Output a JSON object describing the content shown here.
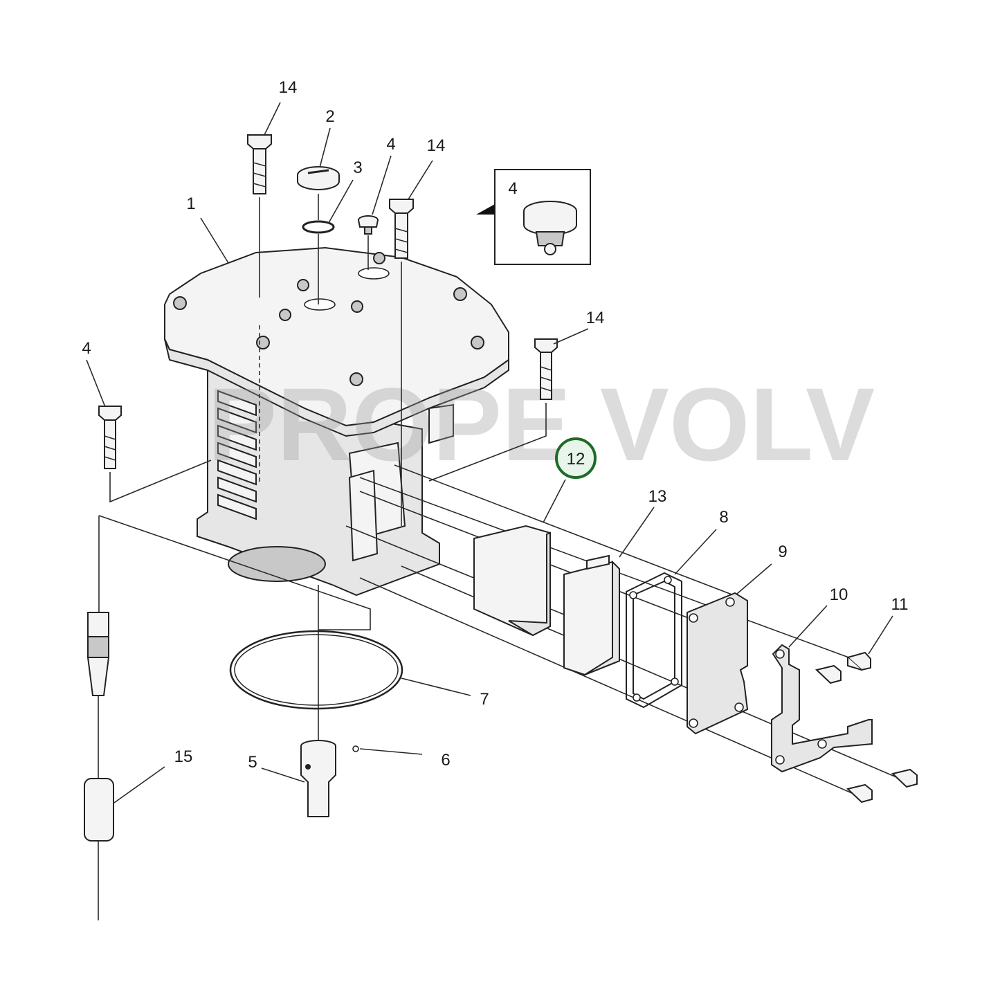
{
  "diagram": {
    "callouts": {
      "c14a": "14",
      "c2": "2",
      "c3": "3",
      "c4a": "4",
      "c14b": "14",
      "c1": "1",
      "c4inset": "4",
      "c14c": "14",
      "c4b": "4",
      "c12": "12",
      "c13": "13",
      "c8": "8",
      "c9": "9",
      "c10": "10",
      "c11": "11",
      "c7": "7",
      "c5": "5",
      "c6": "6",
      "c15": "15"
    },
    "highlighted_part": "12",
    "highlight_color": "#1e6b27",
    "watermark": "PROPE VOLV"
  }
}
